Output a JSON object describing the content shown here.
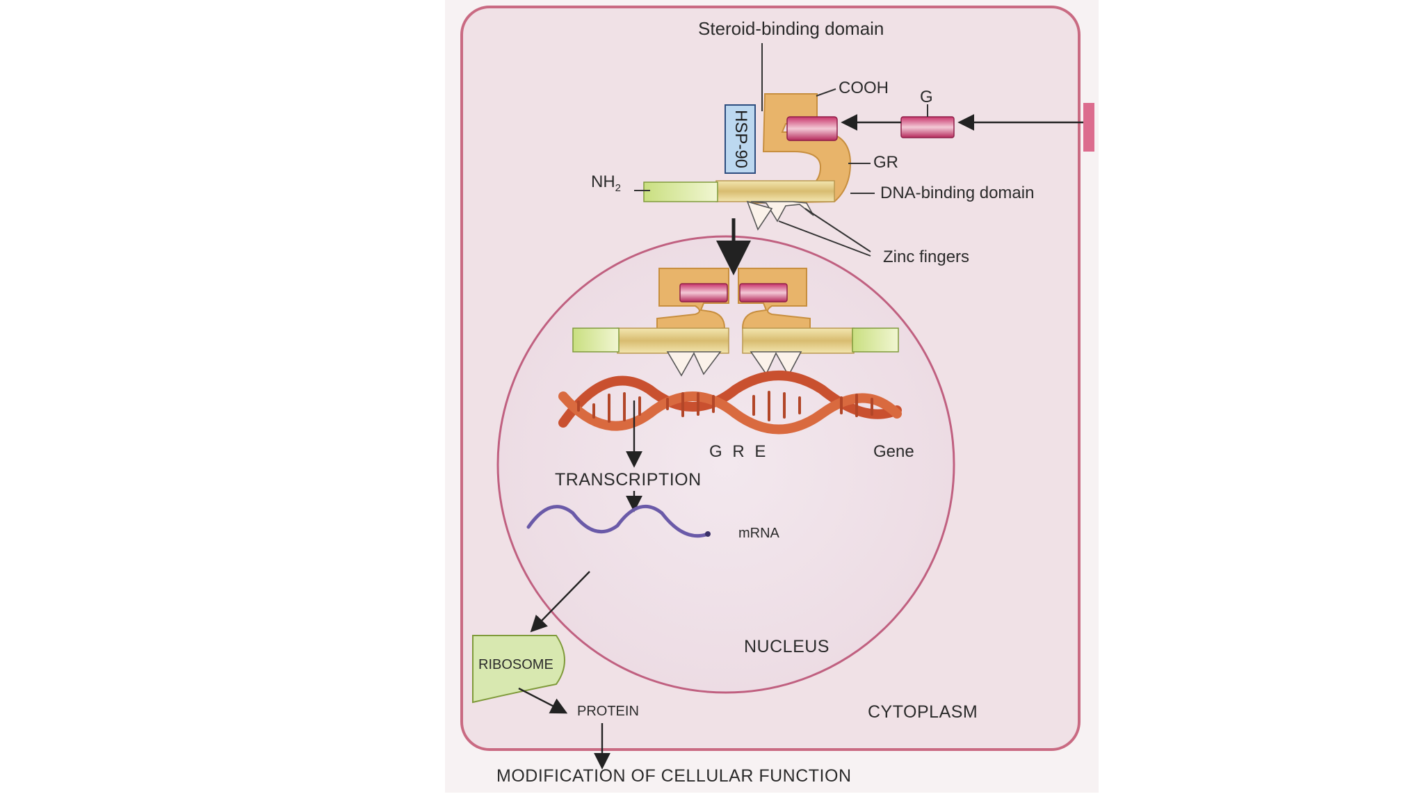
{
  "diagram": {
    "title": "Steroid-binding domain",
    "labels": {
      "cooh": "COOH",
      "g": "G",
      "gr": "GR",
      "hsp90": "HSP-90",
      "nh2_main": "NH",
      "nh2_sub": "2",
      "dna_binding": "DNA-binding domain",
      "zinc_fingers": "Zinc fingers",
      "gre": "G R E",
      "gene": "Gene",
      "transcription": "TRANSCRIPTION",
      "mrna": "mRNA",
      "nucleus": "NUCLEUS",
      "ribosome": "RIBOSOME",
      "protein": "PROTEIN",
      "cytoplasm": "CYTOPLASM",
      "modification": "MODIFICATION OF CELLULAR FUNCTION"
    },
    "colors": {
      "cell_border": "#c96a82",
      "receptor_orange": "#e8b46a",
      "hormone_pink": "#c83a6a",
      "dna_red": "#c9502f",
      "mrna_purple": "#6a5aa8",
      "ribosome_green": "#d8e8b0",
      "hsp_blue": "#bcd8f0"
    }
  }
}
